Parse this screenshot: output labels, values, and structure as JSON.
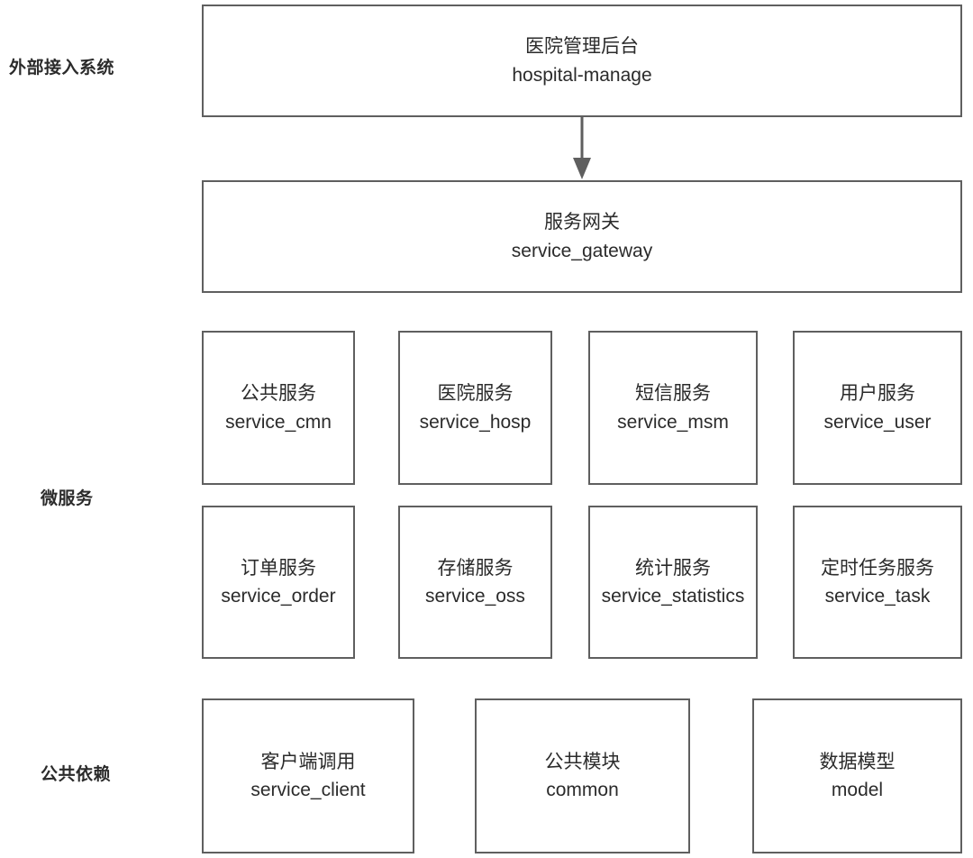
{
  "diagram": {
    "title_cn": "医院管理后台",
    "tiers": [
      {
        "id": "external",
        "label": "外部接入系统"
      },
      {
        "id": "microservice",
        "label": "微服务"
      },
      {
        "id": "common",
        "label": "公共依赖"
      }
    ],
    "external_nodes": [
      {
        "cn": "医院管理后台",
        "en": "hospital-manage"
      }
    ],
    "gateway_nodes": [
      {
        "cn": "服务网关",
        "en": "service_gateway"
      }
    ],
    "microservice_row1": [
      {
        "cn": "公共服务",
        "en": "service_cmn"
      },
      {
        "cn": "医院服务",
        "en": "service_hosp"
      },
      {
        "cn": "短信服务",
        "en": "service_msm"
      },
      {
        "cn": "用户服务",
        "en": "service_user"
      }
    ],
    "microservice_row2": [
      {
        "cn": "订单服务",
        "en": "service_order"
      },
      {
        "cn": "存储服务",
        "en": "service_oss"
      },
      {
        "cn": "统计服务",
        "en": "service_statistics"
      },
      {
        "cn": "定时任务服务",
        "en": "service_task"
      }
    ],
    "common_nodes": [
      {
        "cn": "客户端调用",
        "en": "service_client"
      },
      {
        "cn": "公共模块",
        "en": "common"
      },
      {
        "cn": "数据模型",
        "en": "model"
      }
    ],
    "connectors": [
      {
        "from": "hospital-manage",
        "to": "service_gateway",
        "kind": "arrow-down"
      }
    ],
    "colors": {
      "border": "#5f5f5f",
      "text": "#2b2b2b",
      "background": "#ffffff",
      "arrow": "#5f5f5f"
    }
  }
}
